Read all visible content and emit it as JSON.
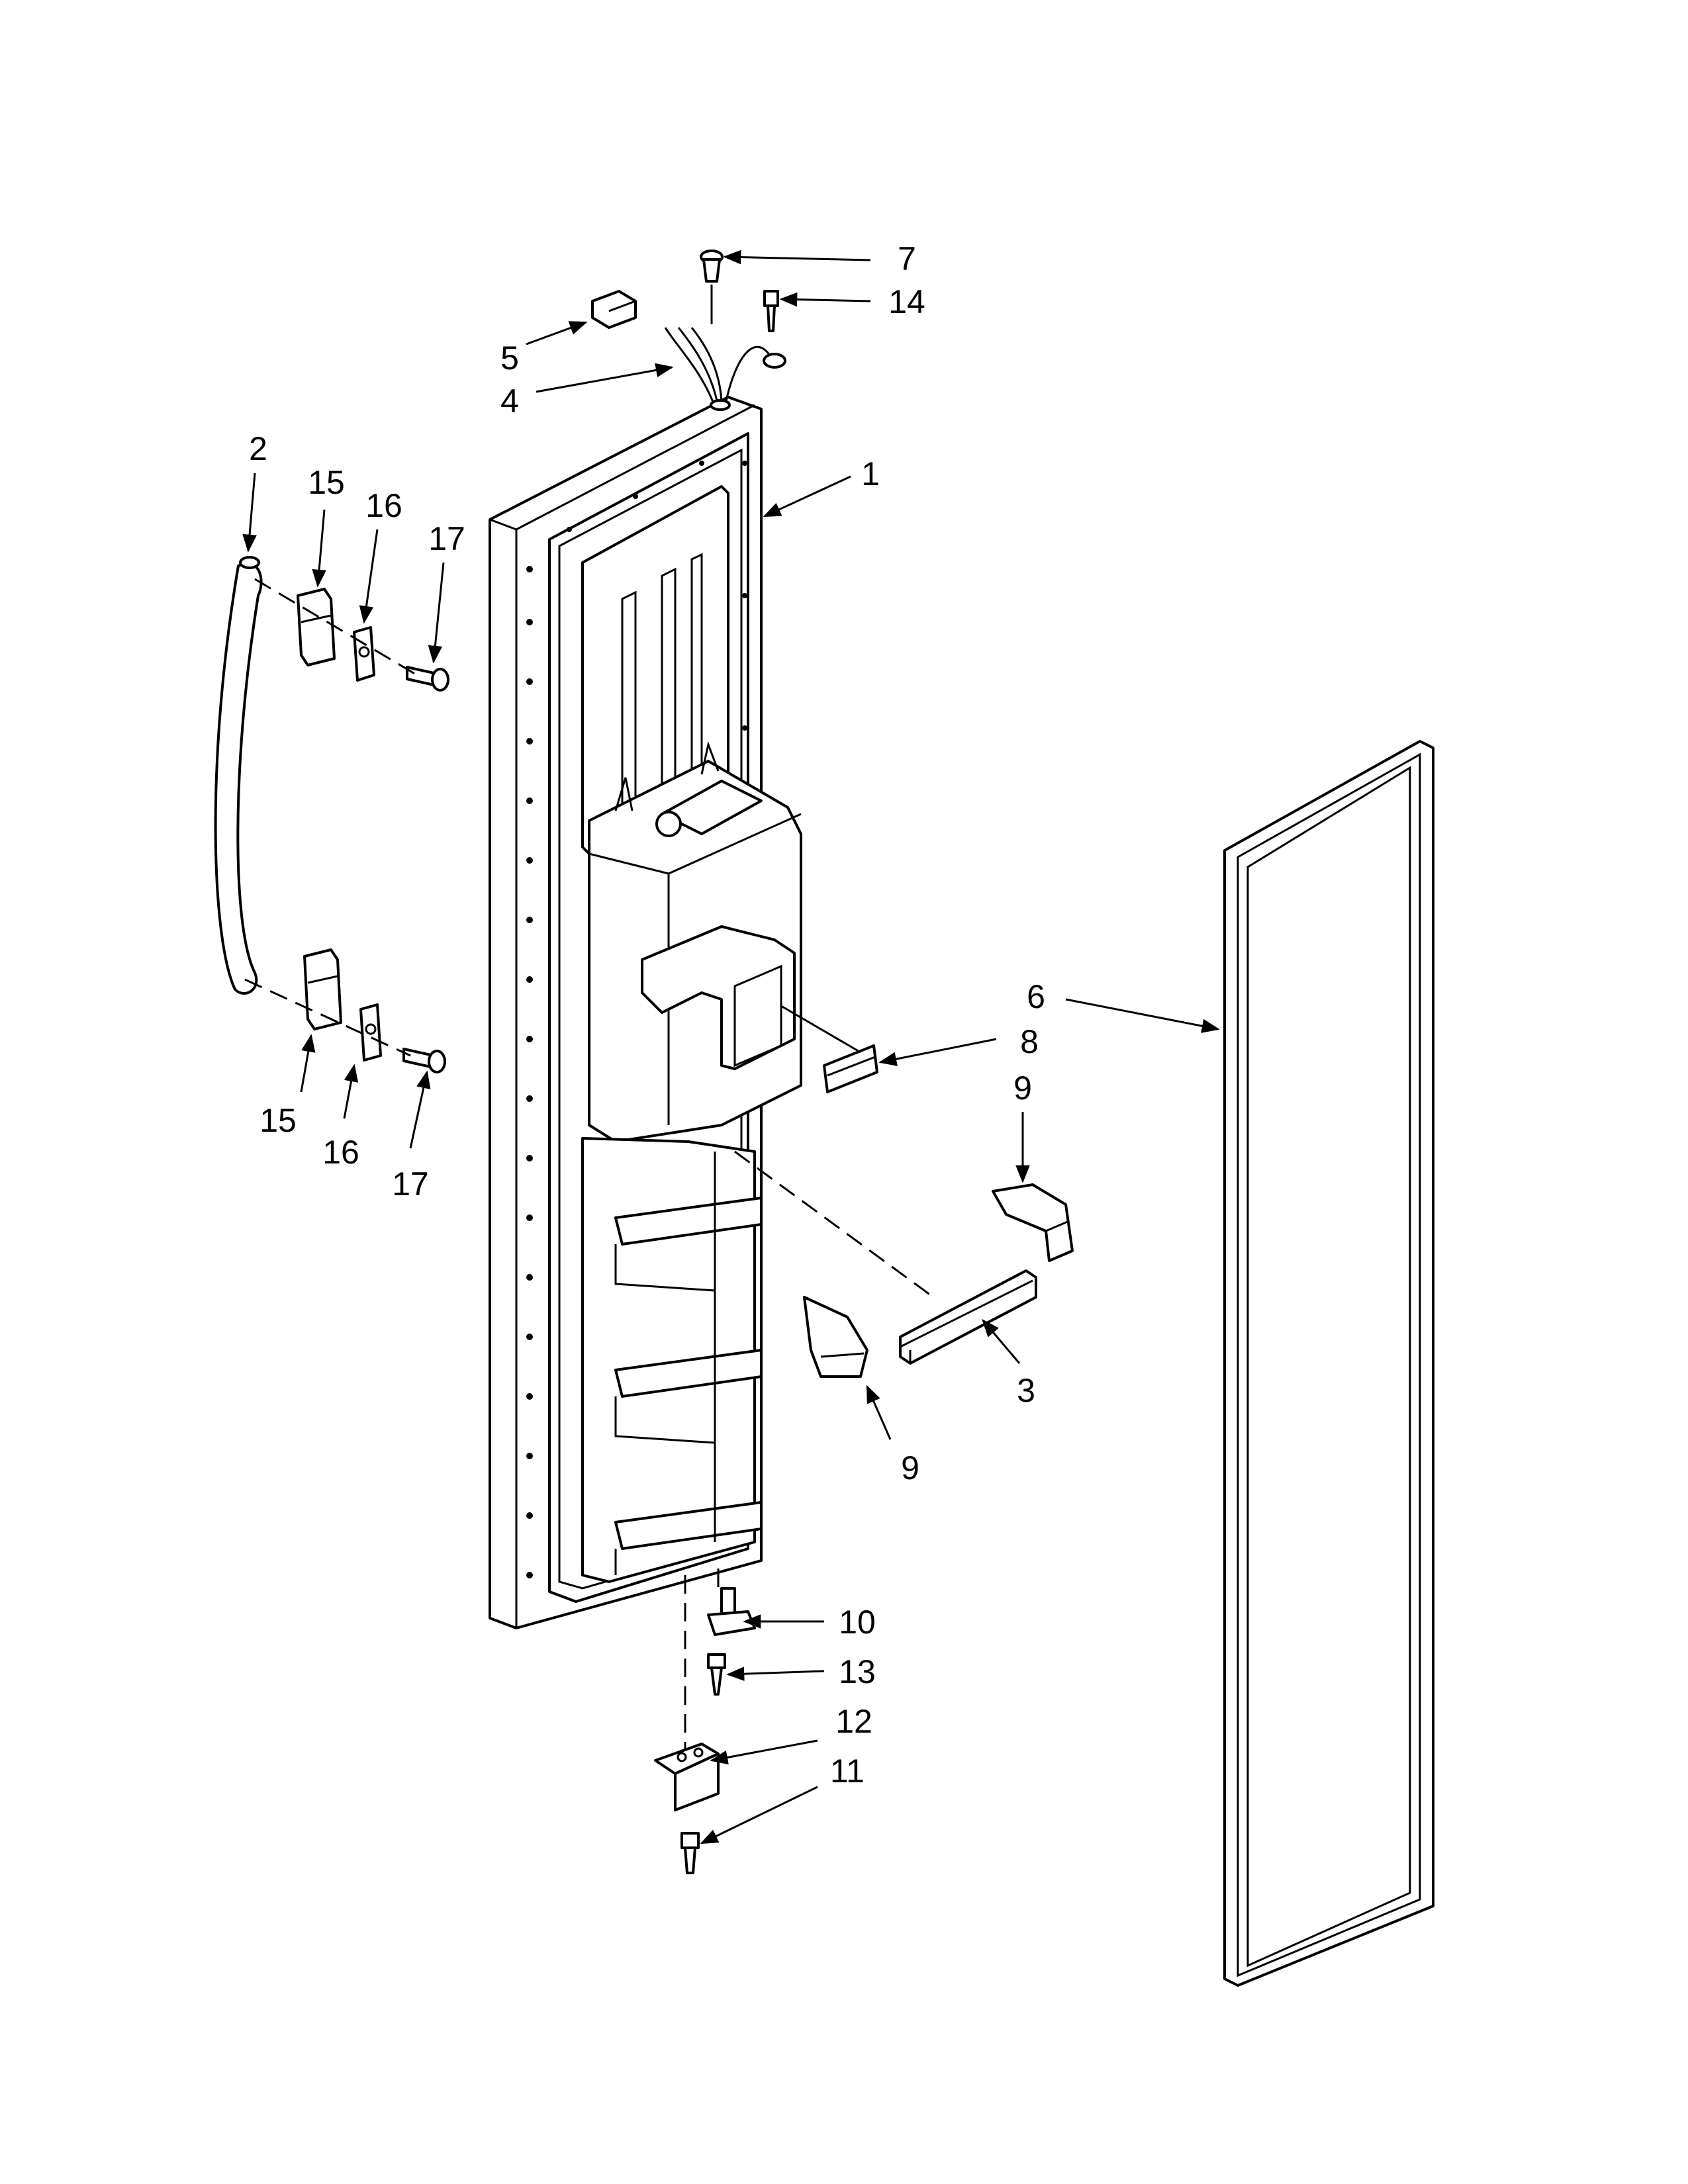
{
  "colors": {
    "line": "#000000",
    "background": "#ffffff"
  },
  "callouts": [
    {
      "id": "c7",
      "text": "7"
    },
    {
      "id": "c14",
      "text": "14"
    },
    {
      "id": "c5",
      "text": "5"
    },
    {
      "id": "c4",
      "text": "4"
    },
    {
      "id": "c1",
      "text": "1"
    },
    {
      "id": "c2",
      "text": "2"
    },
    {
      "id": "c15a",
      "text": "15"
    },
    {
      "id": "c16a",
      "text": "16"
    },
    {
      "id": "c17a",
      "text": "17"
    },
    {
      "id": "c6",
      "text": "6"
    },
    {
      "id": "c8",
      "text": "8"
    },
    {
      "id": "c9a",
      "text": "9"
    },
    {
      "id": "c15b",
      "text": "15"
    },
    {
      "id": "c16b",
      "text": "16"
    },
    {
      "id": "c17b",
      "text": "17"
    },
    {
      "id": "c3",
      "text": "3"
    },
    {
      "id": "c9b",
      "text": "9"
    },
    {
      "id": "c10",
      "text": "10"
    },
    {
      "id": "c13",
      "text": "13"
    },
    {
      "id": "c12",
      "text": "12"
    },
    {
      "id": "c11",
      "text": "11"
    }
  ]
}
